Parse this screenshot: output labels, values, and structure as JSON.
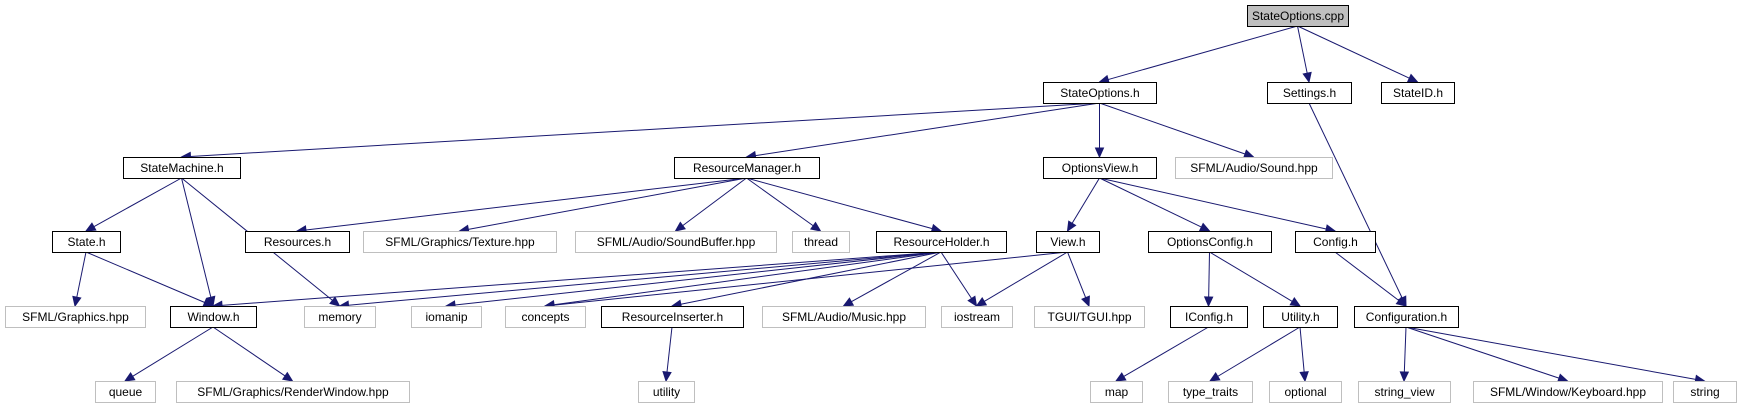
{
  "colors": {
    "root_fill": "#bfbfbf",
    "node_fill": "#ffffff",
    "node_stroke": "#000000",
    "external_stroke": "#bfbfbf",
    "external_text": "#404040",
    "edge": "#191970"
  },
  "graph": {
    "nodes": [
      {
        "id": "stateoptions-cpp",
        "label": "StateOptions.cpp",
        "kind": "root"
      },
      {
        "id": "stateoptions-h",
        "label": "StateOptions.h",
        "kind": "local"
      },
      {
        "id": "settings-h",
        "label": "Settings.h",
        "kind": "local"
      },
      {
        "id": "stateid-h",
        "label": "StateID.h",
        "kind": "local"
      },
      {
        "id": "statemachine-h",
        "label": "StateMachine.h",
        "kind": "local"
      },
      {
        "id": "resourcemanager-h",
        "label": "ResourceManager.h",
        "kind": "local"
      },
      {
        "id": "optionsview-h",
        "label": "OptionsView.h",
        "kind": "local"
      },
      {
        "id": "sfml-audio-sound",
        "label": "SFML/Audio/Sound.hpp",
        "kind": "external"
      },
      {
        "id": "state-h",
        "label": "State.h",
        "kind": "local"
      },
      {
        "id": "resources-h",
        "label": "Resources.h",
        "kind": "local"
      },
      {
        "id": "sfml-graphics-texture",
        "label": "SFML/Graphics/Texture.hpp",
        "kind": "external"
      },
      {
        "id": "sfml-audio-soundbuffer",
        "label": "SFML/Audio/SoundBuffer.hpp",
        "kind": "external"
      },
      {
        "id": "thread",
        "label": "thread",
        "kind": "external"
      },
      {
        "id": "resourceholder-h",
        "label": "ResourceHolder.h",
        "kind": "local"
      },
      {
        "id": "view-h",
        "label": "View.h",
        "kind": "local"
      },
      {
        "id": "optionsconfig-h",
        "label": "OptionsConfig.h",
        "kind": "local"
      },
      {
        "id": "config-h",
        "label": "Config.h",
        "kind": "local"
      },
      {
        "id": "sfml-graphics",
        "label": "SFML/Graphics.hpp",
        "kind": "external"
      },
      {
        "id": "window-h",
        "label": "Window.h",
        "kind": "local"
      },
      {
        "id": "memory",
        "label": "memory",
        "kind": "external"
      },
      {
        "id": "iomanip",
        "label": "iomanip",
        "kind": "external"
      },
      {
        "id": "concepts",
        "label": "concepts",
        "kind": "external"
      },
      {
        "id": "resourceinserter-h",
        "label": "ResourceInserter.h",
        "kind": "local"
      },
      {
        "id": "sfml-audio-music",
        "label": "SFML/Audio/Music.hpp",
        "kind": "external"
      },
      {
        "id": "iostream",
        "label": "iostream",
        "kind": "external"
      },
      {
        "id": "tgui",
        "label": "TGUI/TGUI.hpp",
        "kind": "external"
      },
      {
        "id": "iconfig-h",
        "label": "IConfig.h",
        "kind": "local"
      },
      {
        "id": "utility-h",
        "label": "Utility.h",
        "kind": "local"
      },
      {
        "id": "configuration-h",
        "label": "Configuration.h",
        "kind": "local"
      },
      {
        "id": "queue",
        "label": "queue",
        "kind": "external"
      },
      {
        "id": "sfml-graphics-renderwindow",
        "label": "SFML/Graphics/RenderWindow.hpp",
        "kind": "external"
      },
      {
        "id": "utility",
        "label": "utility",
        "kind": "external"
      },
      {
        "id": "map",
        "label": "map",
        "kind": "external"
      },
      {
        "id": "type-traits",
        "label": "type_traits",
        "kind": "external"
      },
      {
        "id": "optional",
        "label": "optional",
        "kind": "external"
      },
      {
        "id": "string-view",
        "label": "string_view",
        "kind": "external"
      },
      {
        "id": "sfml-window-keyboard",
        "label": "SFML/Window/Keyboard.hpp",
        "kind": "external"
      },
      {
        "id": "string",
        "label": "string",
        "kind": "external"
      }
    ],
    "edges": [
      {
        "from": "stateoptions-cpp",
        "to": "stateoptions-h"
      },
      {
        "from": "stateoptions-cpp",
        "to": "settings-h"
      },
      {
        "from": "stateoptions-cpp",
        "to": "stateid-h"
      },
      {
        "from": "stateoptions-h",
        "to": "statemachine-h"
      },
      {
        "from": "stateoptions-h",
        "to": "resourcemanager-h"
      },
      {
        "from": "stateoptions-h",
        "to": "optionsview-h"
      },
      {
        "from": "stateoptions-h",
        "to": "sfml-audio-sound"
      },
      {
        "from": "settings-h",
        "to": "configuration-h"
      },
      {
        "from": "statemachine-h",
        "to": "state-h"
      },
      {
        "from": "statemachine-h",
        "to": "window-h"
      },
      {
        "from": "statemachine-h",
        "to": "memory"
      },
      {
        "from": "state-h",
        "to": "sfml-graphics"
      },
      {
        "from": "state-h",
        "to": "window-h"
      },
      {
        "from": "window-h",
        "to": "queue"
      },
      {
        "from": "window-h",
        "to": "sfml-graphics-renderwindow"
      },
      {
        "from": "resourcemanager-h",
        "to": "resources-h"
      },
      {
        "from": "resourcemanager-h",
        "to": "sfml-graphics-texture"
      },
      {
        "from": "resourcemanager-h",
        "to": "sfml-audio-soundbuffer"
      },
      {
        "from": "resourcemanager-h",
        "to": "thread"
      },
      {
        "from": "resourcemanager-h",
        "to": "resourceholder-h"
      },
      {
        "from": "resourceholder-h",
        "to": "window-h"
      },
      {
        "from": "resourceholder-h",
        "to": "memory"
      },
      {
        "from": "resourceholder-h",
        "to": "iomanip"
      },
      {
        "from": "resourceholder-h",
        "to": "concepts"
      },
      {
        "from": "resourceholder-h",
        "to": "resourceinserter-h"
      },
      {
        "from": "resourceholder-h",
        "to": "sfml-audio-music"
      },
      {
        "from": "resourceholder-h",
        "to": "iostream"
      },
      {
        "from": "resourceinserter-h",
        "to": "utility"
      },
      {
        "from": "optionsview-h",
        "to": "view-h"
      },
      {
        "from": "optionsview-h",
        "to": "optionsconfig-h"
      },
      {
        "from": "optionsview-h",
        "to": "config-h"
      },
      {
        "from": "view-h",
        "to": "concepts"
      },
      {
        "from": "view-h",
        "to": "iostream"
      },
      {
        "from": "view-h",
        "to": "tgui"
      },
      {
        "from": "optionsconfig-h",
        "to": "iconfig-h"
      },
      {
        "from": "optionsconfig-h",
        "to": "utility-h"
      },
      {
        "from": "iconfig-h",
        "to": "map"
      },
      {
        "from": "utility-h",
        "to": "type-traits"
      },
      {
        "from": "utility-h",
        "to": "optional"
      },
      {
        "from": "config-h",
        "to": "configuration-h"
      },
      {
        "from": "configuration-h",
        "to": "string-view"
      },
      {
        "from": "configuration-h",
        "to": "sfml-window-keyboard"
      },
      {
        "from": "configuration-h",
        "to": "string"
      }
    ]
  }
}
